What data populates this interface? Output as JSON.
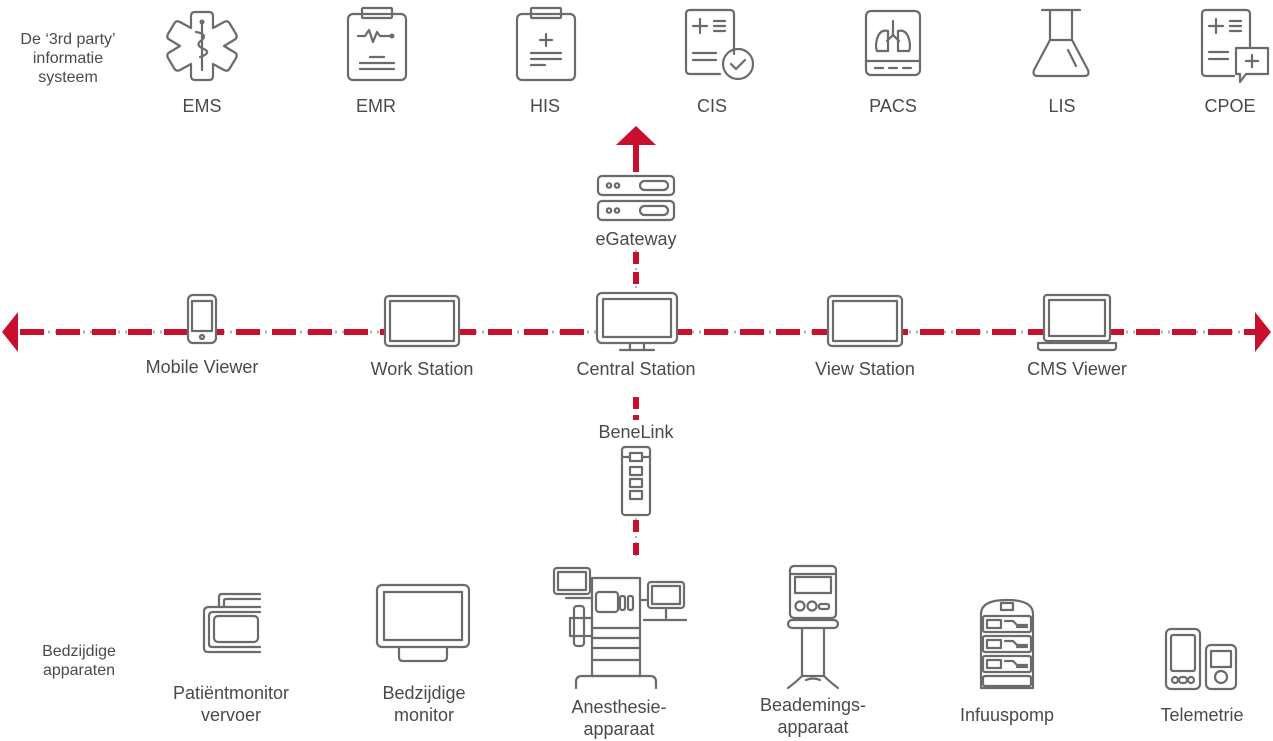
{
  "colors": {
    "accent": "#c8102e",
    "icon": "#6b6b6b",
    "text": "#4a4a4a",
    "dotted": "#b5b5b5"
  },
  "section_labels": {
    "third_party": "De ‘3rd party’\ninformatie\nsysteem",
    "bedside": "Bedzijdige\napparaten"
  },
  "third_party_systems": [
    {
      "label": "EMS",
      "icon": "star-of-life-icon"
    },
    {
      "label": "EMR",
      "icon": "clipboard-ecg-icon"
    },
    {
      "label": "HIS",
      "icon": "clipboard-plus-icon"
    },
    {
      "label": "CIS",
      "icon": "document-check-icon"
    },
    {
      "label": "PACS",
      "icon": "lung-xray-icon"
    },
    {
      "label": "LIS",
      "icon": "flask-icon"
    },
    {
      "label": "CPOE",
      "icon": "document-order-icon"
    }
  ],
  "gateway": {
    "label": "eGateway",
    "icon": "server-icon"
  },
  "network_nodes": [
    {
      "label": "Mobile Viewer",
      "icon": "smartphone-icon"
    },
    {
      "label": "Work Station",
      "icon": "monitor-icon"
    },
    {
      "label": "Central Station",
      "icon": "desktop-monitor-icon"
    },
    {
      "label": "View Station",
      "icon": "monitor-icon"
    },
    {
      "label": "CMS Viewer",
      "icon": "laptop-icon"
    }
  ],
  "benelink": {
    "label": "BeneLink",
    "icon": "module-rack-icon"
  },
  "bedside_devices": [
    {
      "label": "Patiëntmonitor\nvervoer",
      "icon": "transport-monitor-icon"
    },
    {
      "label": "Bedzijdige\nmonitor",
      "icon": "bedside-monitor-icon"
    },
    {
      "label": "Anesthesie-\napparaat",
      "icon": "anesthesia-machine-icon"
    },
    {
      "label": "Beademings-\napparaat",
      "icon": "ventilator-icon"
    },
    {
      "label": "Infuuspomp",
      "icon": "infusion-pump-icon"
    },
    {
      "label": "Telemetrie",
      "icon": "telemetry-icon"
    }
  ]
}
